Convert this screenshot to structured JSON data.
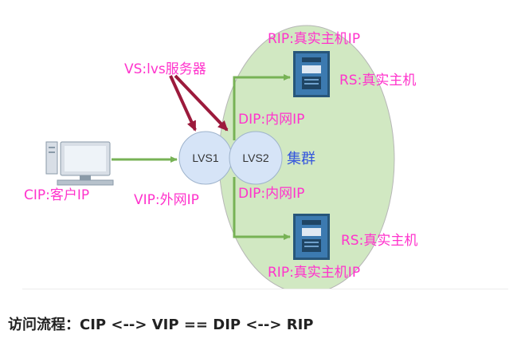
{
  "diagram": {
    "vs_label": "VS:lvs服务器",
    "client_label": "CIP:客户IP",
    "vip_label": "VIP:外网IP",
    "lvs1_label": "LVS1",
    "lvs2_label": "LVS2",
    "cluster_label": "集群",
    "dip_top_label": "DIP:内网IP",
    "dip_bottom_label": "DIP:内网IP",
    "rip_top_label": "RIP:真实主机IP",
    "rip_bottom_label": "RIP:真实主机IP",
    "rs_top_label": "RS:真实主机",
    "rs_bottom_label": "RS:真实主机",
    "colors": {
      "label": "#ff33cc",
      "cluster_fill": "#c9e4b8",
      "node_fill": "#d6e4f7",
      "green_arrow": "#77b255",
      "red_arrow": "#9c1a3c",
      "cluster_text": "#3355dd"
    }
  },
  "caption": {
    "text": "访问流程：CIP <--> VIP == DIP <--> RIP"
  }
}
